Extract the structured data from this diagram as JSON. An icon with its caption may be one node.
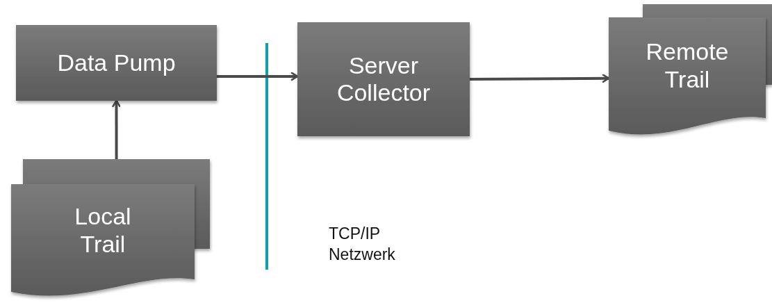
{
  "diagram": {
    "nodes": [
      {
        "text": [
          "Data Pump"
        ]
      },
      {
        "text": [
          "Server Collector"
        ]
      },
      {
        "text": [
          "Remote Trail"
        ]
      },
      {
        "text": [
          "Local Trail"
        ]
      }
    ],
    "edges": [
      {
        "from": 3,
        "to": 0,
        "arrow": "to"
      },
      {
        "from": 0,
        "to": 1,
        "arrow": "to"
      },
      {
        "from": 1,
        "to": 2,
        "arrow": "to"
      }
    ],
    "labels": [
      "TCP/IP Netzwerk"
    ]
  }
}
